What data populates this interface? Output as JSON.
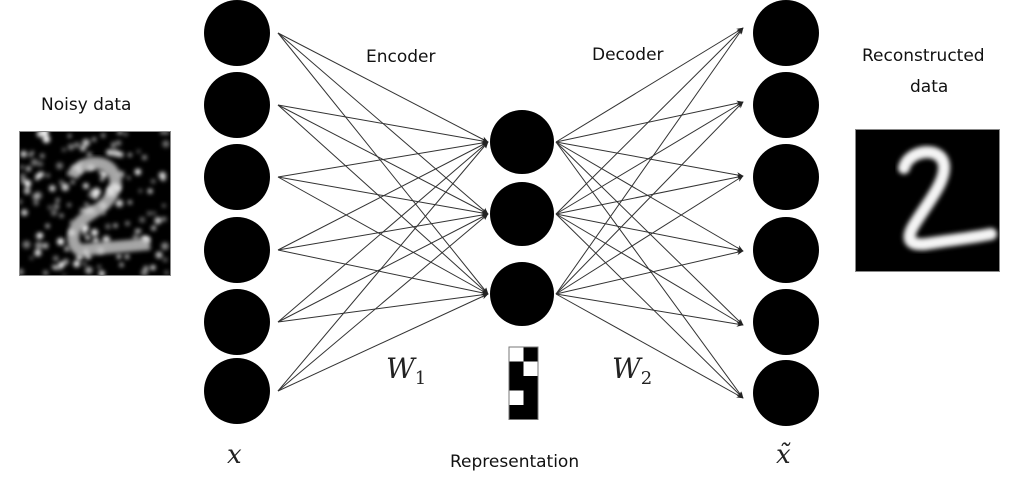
{
  "labels": {
    "noisy": "Noisy data",
    "encoder": "Encoder",
    "decoder": "Decoder",
    "reconstructed_line1": "Reconstructed",
    "reconstructed_line2": "data",
    "representation": "Representation",
    "w1": "W",
    "w1_sub": "1",
    "w2": "W",
    "w2_sub": "2",
    "x": "x",
    "x_tilde": "x̃"
  },
  "network": {
    "input_nodes": 6,
    "hidden_nodes": 3,
    "output_nodes": 6,
    "connectivity": "fully-connected"
  },
  "representation_code": [
    [
      0,
      1
    ],
    [
      1,
      0
    ],
    [
      1,
      1
    ],
    [
      0,
      1
    ],
    [
      1,
      1
    ]
  ],
  "colors": {
    "node": "#000000",
    "edge": "#333333",
    "background": "#ffffff"
  }
}
